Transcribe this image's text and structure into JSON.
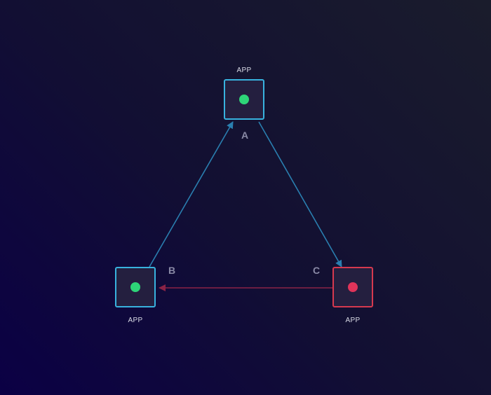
{
  "nodes": [
    {
      "id": "A",
      "letter": "A",
      "caption": "APP",
      "status": "ok"
    },
    {
      "id": "B",
      "letter": "B",
      "caption": "APP",
      "status": "ok"
    },
    {
      "id": "C",
      "letter": "C",
      "caption": "APP",
      "status": "error"
    }
  ],
  "edges": [
    {
      "from": "B",
      "to": "A",
      "status": "ok"
    },
    {
      "from": "A",
      "to": "C",
      "status": "ok"
    },
    {
      "from": "C",
      "to": "B",
      "status": "error"
    }
  ],
  "colors": {
    "node_border_ok": "#38b2de",
    "node_border_error": "#d6394f",
    "dot_ok": "#2ed578",
    "dot_error": "#e0345a",
    "edge_ok": "#2a7fb0",
    "edge_error": "#8a2346"
  }
}
